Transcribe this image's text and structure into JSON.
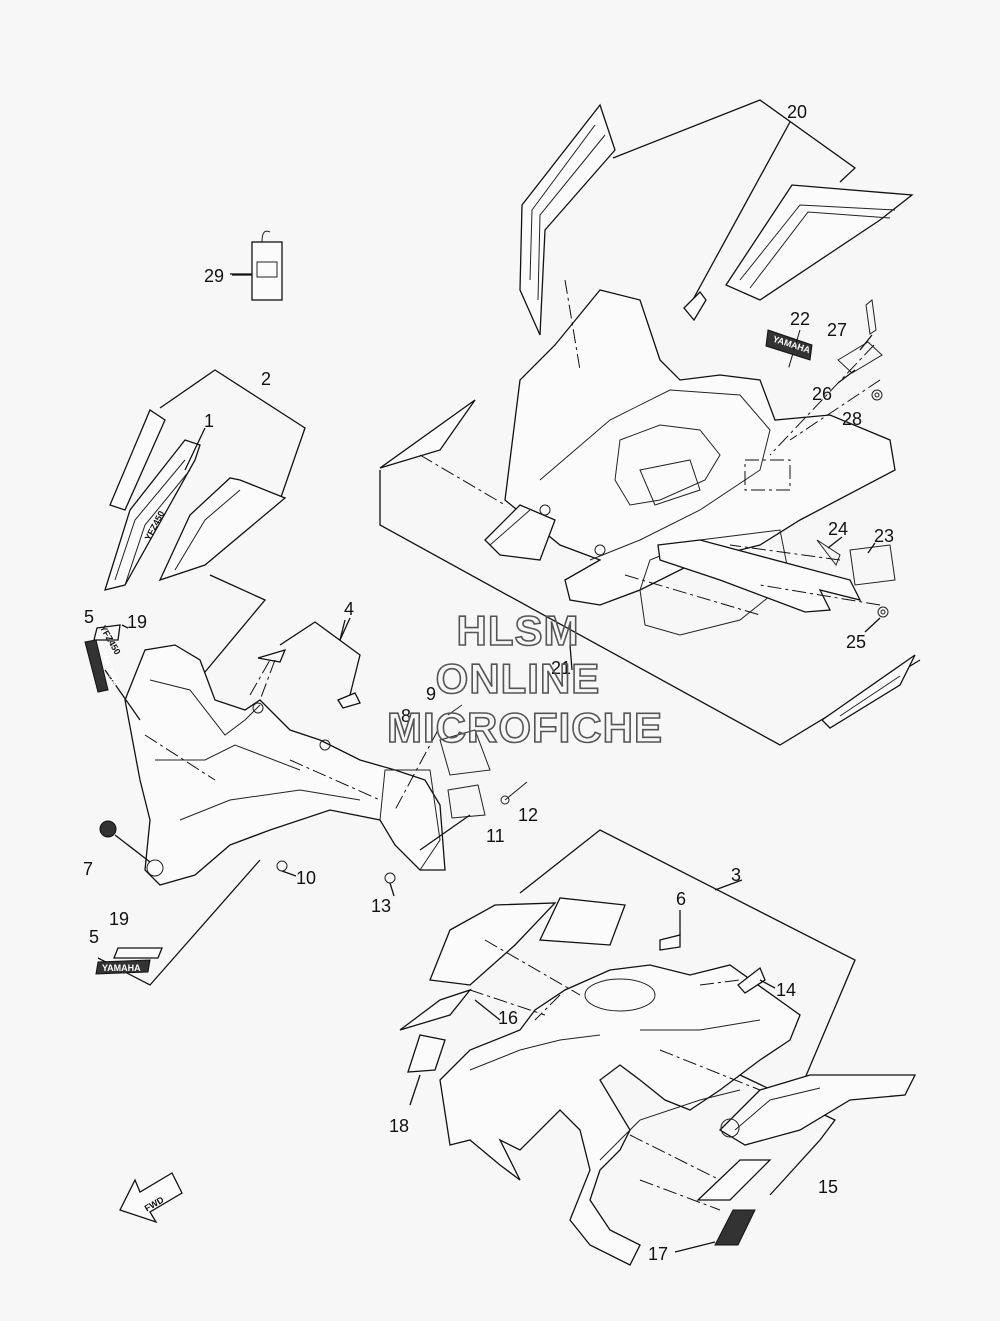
{
  "watermark": {
    "line1": "HLSM",
    "line2": "ONLINE",
    "line3": "MICROFICHE"
  },
  "fwd_label": "FWD",
  "labels": {
    "p1": "1",
    "p2": "2",
    "p3": "3",
    "p4": "4",
    "p5a": "5",
    "p5b": "5",
    "p6": "6",
    "p7": "7",
    "p8": "8",
    "p9": "9",
    "p10": "10",
    "p11": "11",
    "p12": "12",
    "p13": "13",
    "p14": "14",
    "p15": "15",
    "p16": "16",
    "p17": "17",
    "p18": "18",
    "p19a": "19",
    "p19b": "19",
    "p20": "20",
    "p21": "21",
    "p22": "22",
    "p23": "23",
    "p24": "24",
    "p25": "25",
    "p26": "26",
    "p27": "27",
    "p28": "28",
    "p29": "29"
  },
  "decal_text": {
    "yamaha_a": "YAMAHA",
    "yamaha_b": "YAMAHA",
    "yamaha_c": "YAMAHA",
    "yfz_a": "YFZ450",
    "yfz_b": "YFZ450"
  }
}
